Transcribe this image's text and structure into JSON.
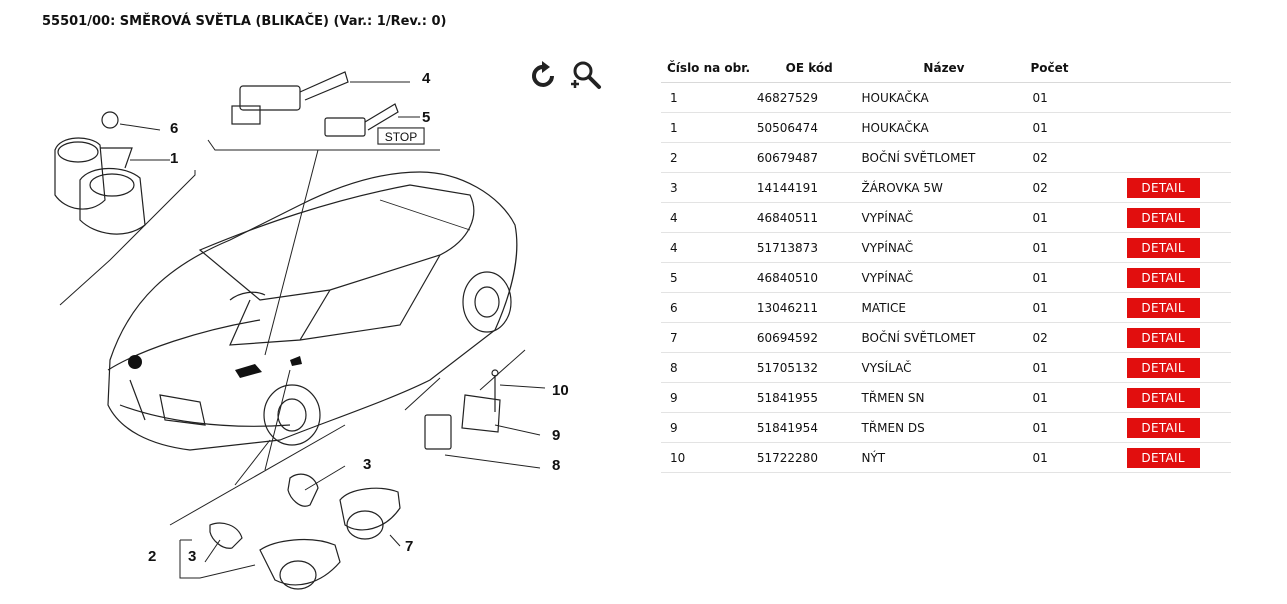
{
  "title": "55501/00: SMĚROVÁ SVĚTLA (BLIKAČE) (Var.: 1/Rev.: 0)",
  "diagram": {
    "callouts": [
      "4",
      "5",
      "6",
      "1",
      "10",
      "9",
      "8",
      "3",
      "7",
      "2",
      "3"
    ],
    "stop_label": "STOP"
  },
  "tools": [
    {
      "name": "refresh-icon"
    },
    {
      "name": "zoom-icon"
    }
  ],
  "table": {
    "headers": {
      "num": "Číslo na obr.",
      "oe": "OE kód",
      "name": "Název",
      "count": "Počet"
    },
    "rows": [
      {
        "num": "1",
        "oe": "46827529",
        "name": "HOUKAČKA",
        "count": "01",
        "detail": ""
      },
      {
        "num": "1",
        "oe": "50506474",
        "name": "HOUKAČKA",
        "count": "01",
        "detail": ""
      },
      {
        "num": "2",
        "oe": "60679487",
        "name": "BOČNÍ SVĚTLOMET",
        "count": "02",
        "detail": ""
      },
      {
        "num": "3",
        "oe": "14144191",
        "name": "ŽÁROVKA 5W",
        "count": "02",
        "detail": "DETAIL"
      },
      {
        "num": "4",
        "oe": "46840511",
        "name": "VYPÍNAČ",
        "count": "01",
        "detail": "DETAIL"
      },
      {
        "num": "4",
        "oe": "51713873",
        "name": "VYPÍNAČ",
        "count": "01",
        "detail": "DETAIL"
      },
      {
        "num": "5",
        "oe": "46840510",
        "name": "VYPÍNAČ",
        "count": "01",
        "detail": "DETAIL"
      },
      {
        "num": "6",
        "oe": "13046211",
        "name": "MATICE",
        "count": "01",
        "detail": "DETAIL"
      },
      {
        "num": "7",
        "oe": "60694592",
        "name": "BOČNÍ SVĚTLOMET",
        "count": "02",
        "detail": "DETAIL"
      },
      {
        "num": "8",
        "oe": "51705132",
        "name": "VYSÍLAČ",
        "count": "01",
        "detail": "DETAIL"
      },
      {
        "num": "9",
        "oe": "51841955",
        "name": "TŘMEN SN",
        "count": "01",
        "detail": "DETAIL"
      },
      {
        "num": "9",
        "oe": "51841954",
        "name": "TŘMEN DS",
        "count": "01",
        "detail": "DETAIL"
      },
      {
        "num": "10",
        "oe": "51722280",
        "name": "NÝT",
        "count": "01",
        "detail": "DETAIL"
      }
    ]
  }
}
